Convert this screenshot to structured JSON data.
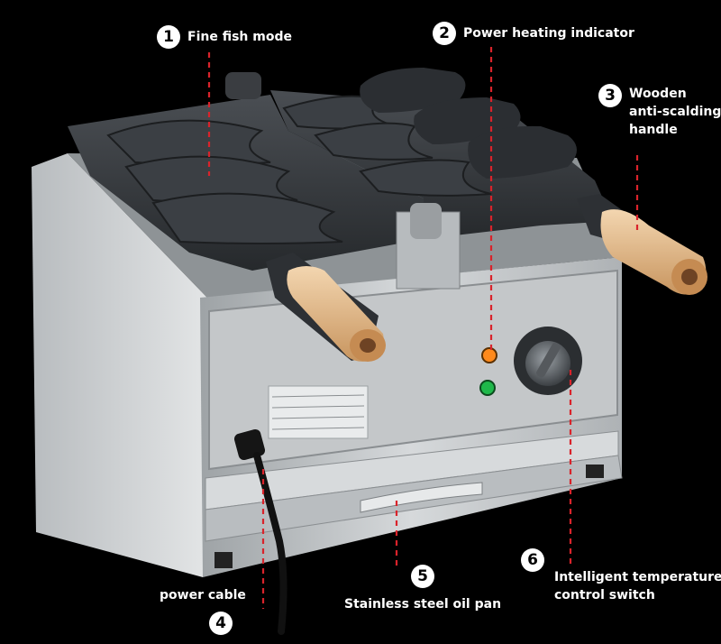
{
  "callouts": {
    "c1": {
      "number": "1",
      "label": "Fine fish mode"
    },
    "c2": {
      "number": "2",
      "label": "Power heating indicator"
    },
    "c3": {
      "number": "3",
      "line1": "Wooden",
      "line2": "anti-scalding",
      "line3": "handle"
    },
    "c4": {
      "number": "4",
      "label": "power cable"
    },
    "c5": {
      "number": "5",
      "label": "Stainless steel oil pan"
    },
    "c6": {
      "number": "6",
      "line1": "Intelligent temperature",
      "line2": "control switch"
    }
  },
  "colors": {
    "background": "#000000",
    "steel": "#c9ccce",
    "cast_iron": "#2f3236",
    "wood": "#e8c49a",
    "leader_line": "#d9232b",
    "indicator_orange": "#ff8a1c",
    "indicator_green": "#1fb84a"
  }
}
